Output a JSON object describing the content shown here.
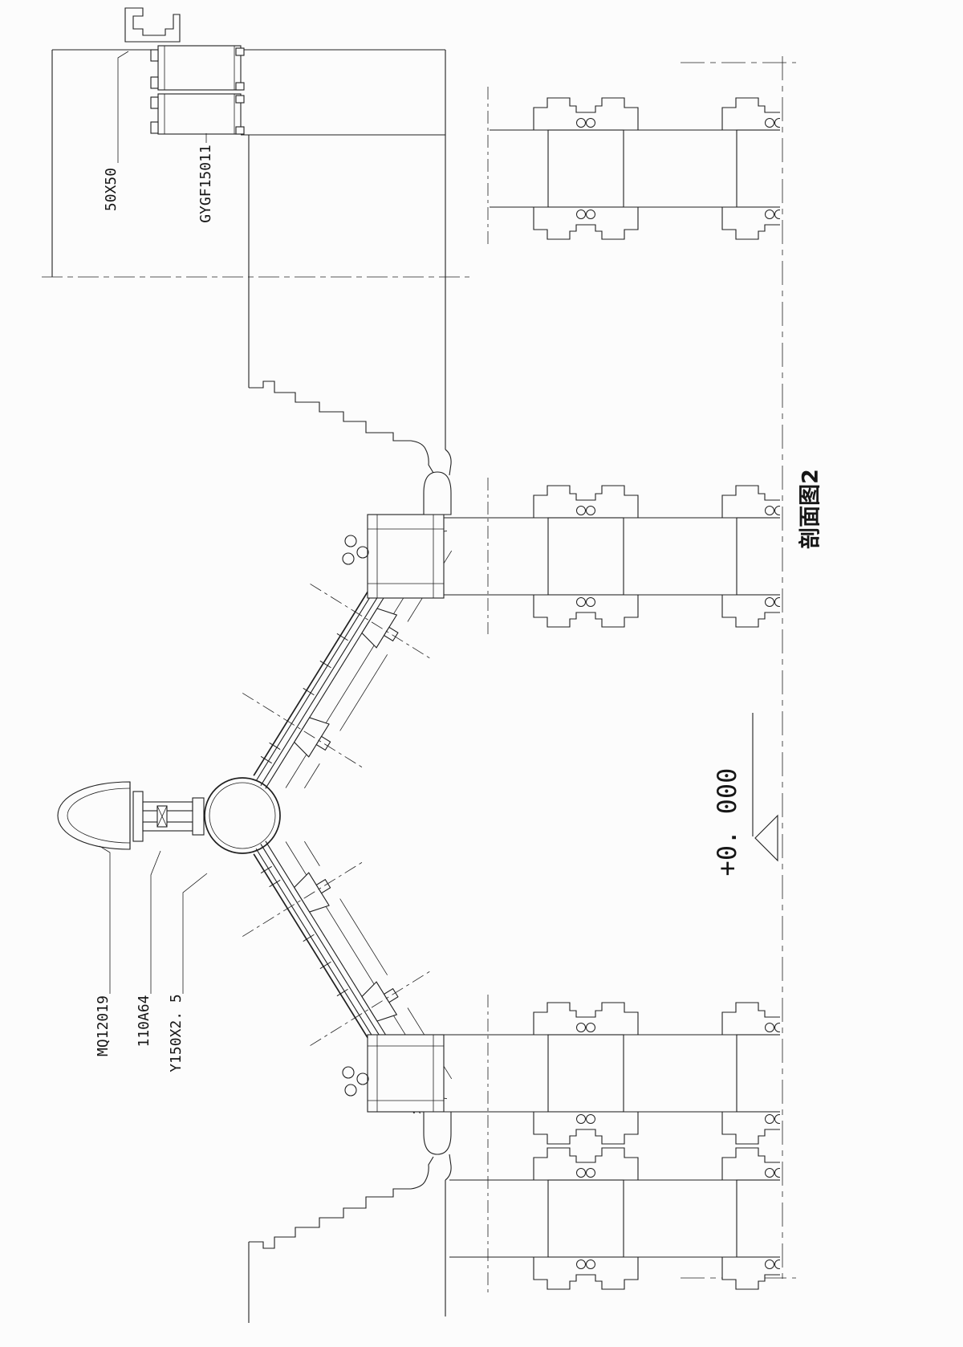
{
  "drawing": {
    "title": "剖面图2",
    "level_marker": "+0. 000",
    "callouts": {
      "c50x50": "50X50",
      "gygf": "GYGF15011",
      "mq": "MQ12019",
      "a110": "110A64",
      "y150": "Y150X2. 5"
    },
    "colors": {
      "line": "#202020",
      "background": "#fcfcfc"
    }
  }
}
